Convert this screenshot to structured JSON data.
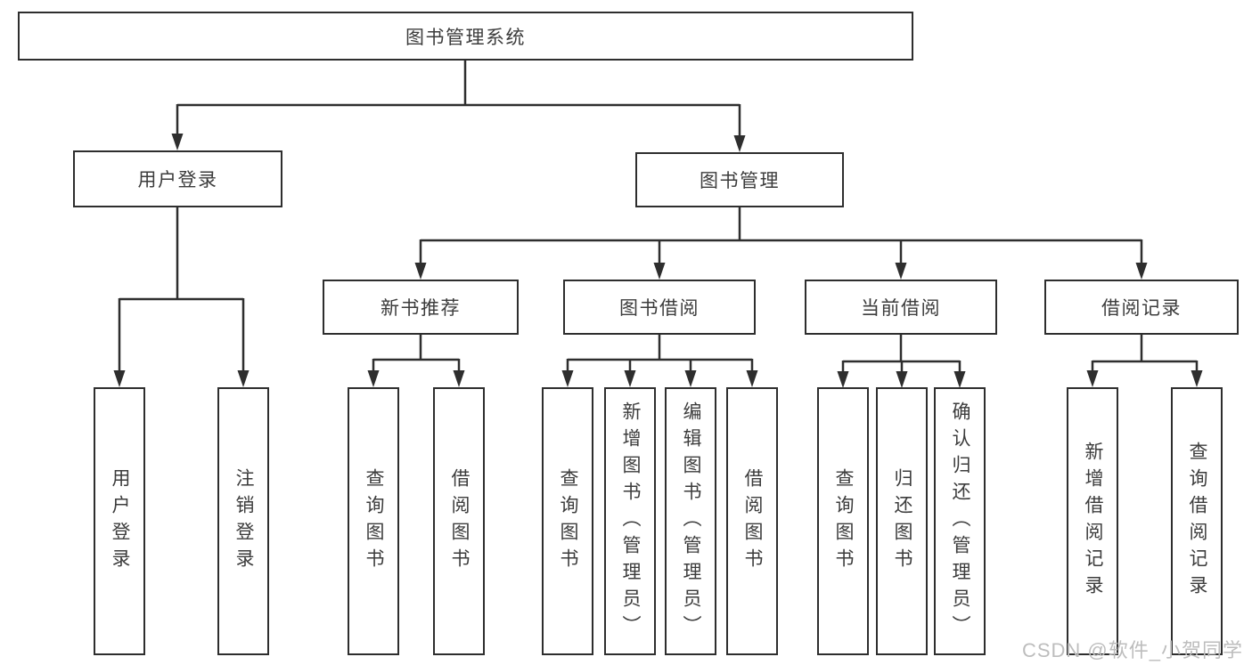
{
  "tree": {
    "root": "图书管理系统",
    "branches": [
      {
        "label": "用户登录",
        "children": [
          "用户登录",
          "注销登录"
        ]
      },
      {
        "label": "图书管理",
        "sections": [
          {
            "label": "新书推荐",
            "children": [
              "查询图书",
              "借阅图书"
            ]
          },
          {
            "label": "图书借阅",
            "children": [
              "查询图书",
              "新增图书（管理员）",
              "编辑图书（管理员）",
              "借阅图书"
            ]
          },
          {
            "label": "当前借阅",
            "children": [
              "查询图书",
              "归还图书",
              "确认归还（管理员）"
            ]
          },
          {
            "label": "借阅记录",
            "children": [
              "新增借阅记录",
              "查询借阅记录"
            ]
          }
        ]
      }
    ]
  },
  "watermark": {
    "text": "CSDN @软件_小贺同学"
  },
  "colors": {
    "line": "#2e2e2e",
    "text": "#3c3c3c",
    "watermark": "#bdbdbd",
    "background": "#ffffff"
  }
}
